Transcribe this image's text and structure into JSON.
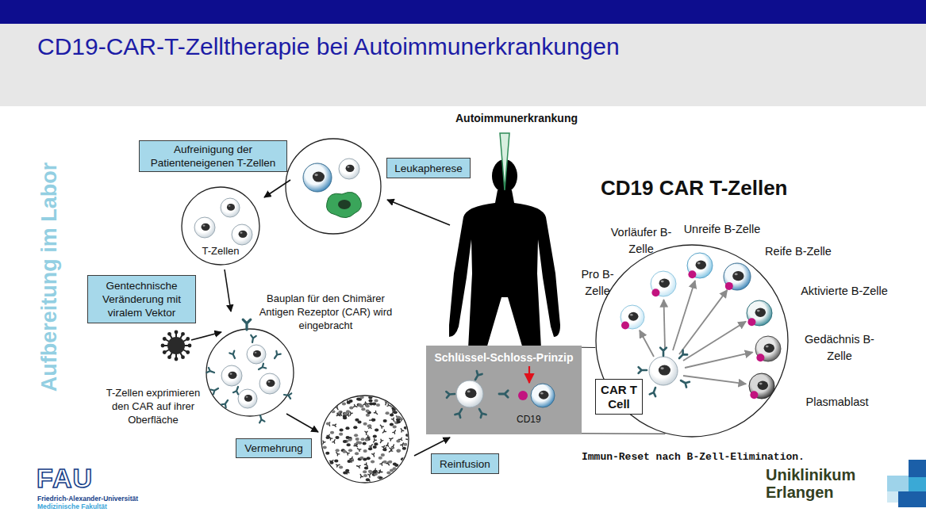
{
  "diagram": {
    "title": "CD19-CAR-T-Zelltherapie bei Autoimmunerkrankungen",
    "caption": "Immun-Reset nach B-Zell-Elimination.",
    "nodes": [
      {
        "text": [
          "Aufreinigung der Patienteneigenen T-Zellen"
        ]
      },
      {
        "text": [
          "Leukapherese"
        ]
      },
      {
        "text": [
          "T-Zellen"
        ]
      },
      {
        "text": [
          "Gentechnische Veränderung mit viralem Vektor"
        ]
      },
      {
        "text": [
          "Vermehrung"
        ]
      },
      {
        "text": [
          "Reinfusion"
        ]
      },
      {
        "text": [
          "Schlüssel-Schloss-Prinzip",
          "CD19"
        ]
      },
      {
        "text": [
          "CD19 CAR T-Zellen"
        ]
      },
      {
        "text": [
          "CAR T Cell"
        ],
        "in": 7
      }
    ],
    "edges": [
      {
        "from": 6,
        "to": 7,
        "arrow": "none"
      },
      {
        "from": 6,
        "to": 7,
        "arrow": "none"
      }
    ],
    "labels": [
      "Aufbereitung im Labor",
      "Autoimmunerkrankung",
      "Bauplan für den Chimärer Antigen Rezeptor (CAR) wird eingebracht",
      "T-Zellen exprimieren den CAR auf ihrer Oberfläche",
      "Pro B-Zelle",
      "Vorläufer B-Zelle",
      "Unreife B-Zelle",
      "Reife B-Zelle",
      "Aktivierte B-Zelle",
      "Gedächnis B-Zelle",
      "Plasmablast",
      "FAU",
      "Friedrich-Alexander-Universität",
      "Medizinische Fakultät",
      "Uniklinikum Erlangen"
    ]
  }
}
